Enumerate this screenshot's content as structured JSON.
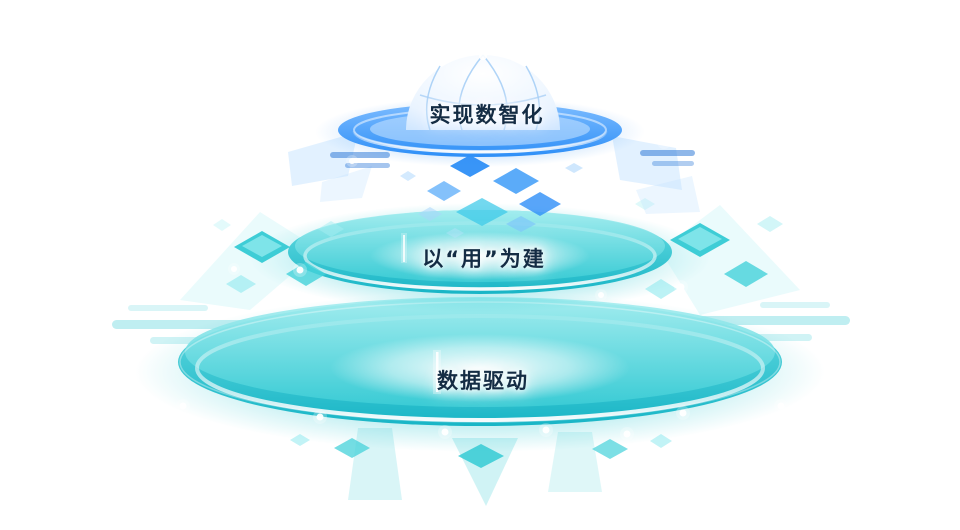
{
  "diagram": {
    "type": "layered-platform-diagram",
    "layers": {
      "top": {
        "label": "实现数智化",
        "theme_color": "#2E8FF7"
      },
      "middle": {
        "label": "以“用”为建",
        "theme_color": "#2BC8D2"
      },
      "bottom": {
        "label": "数据驱动",
        "theme_color": "#2BC8D2"
      }
    },
    "colors": {
      "blue_primary": "#2E8FF7",
      "blue_light": "#BFE0FF",
      "teal_primary": "#2BC8D2",
      "teal_light": "#8FEAEE",
      "highlight_white": "#FFFFFF",
      "label_text": "#142C44"
    }
  }
}
